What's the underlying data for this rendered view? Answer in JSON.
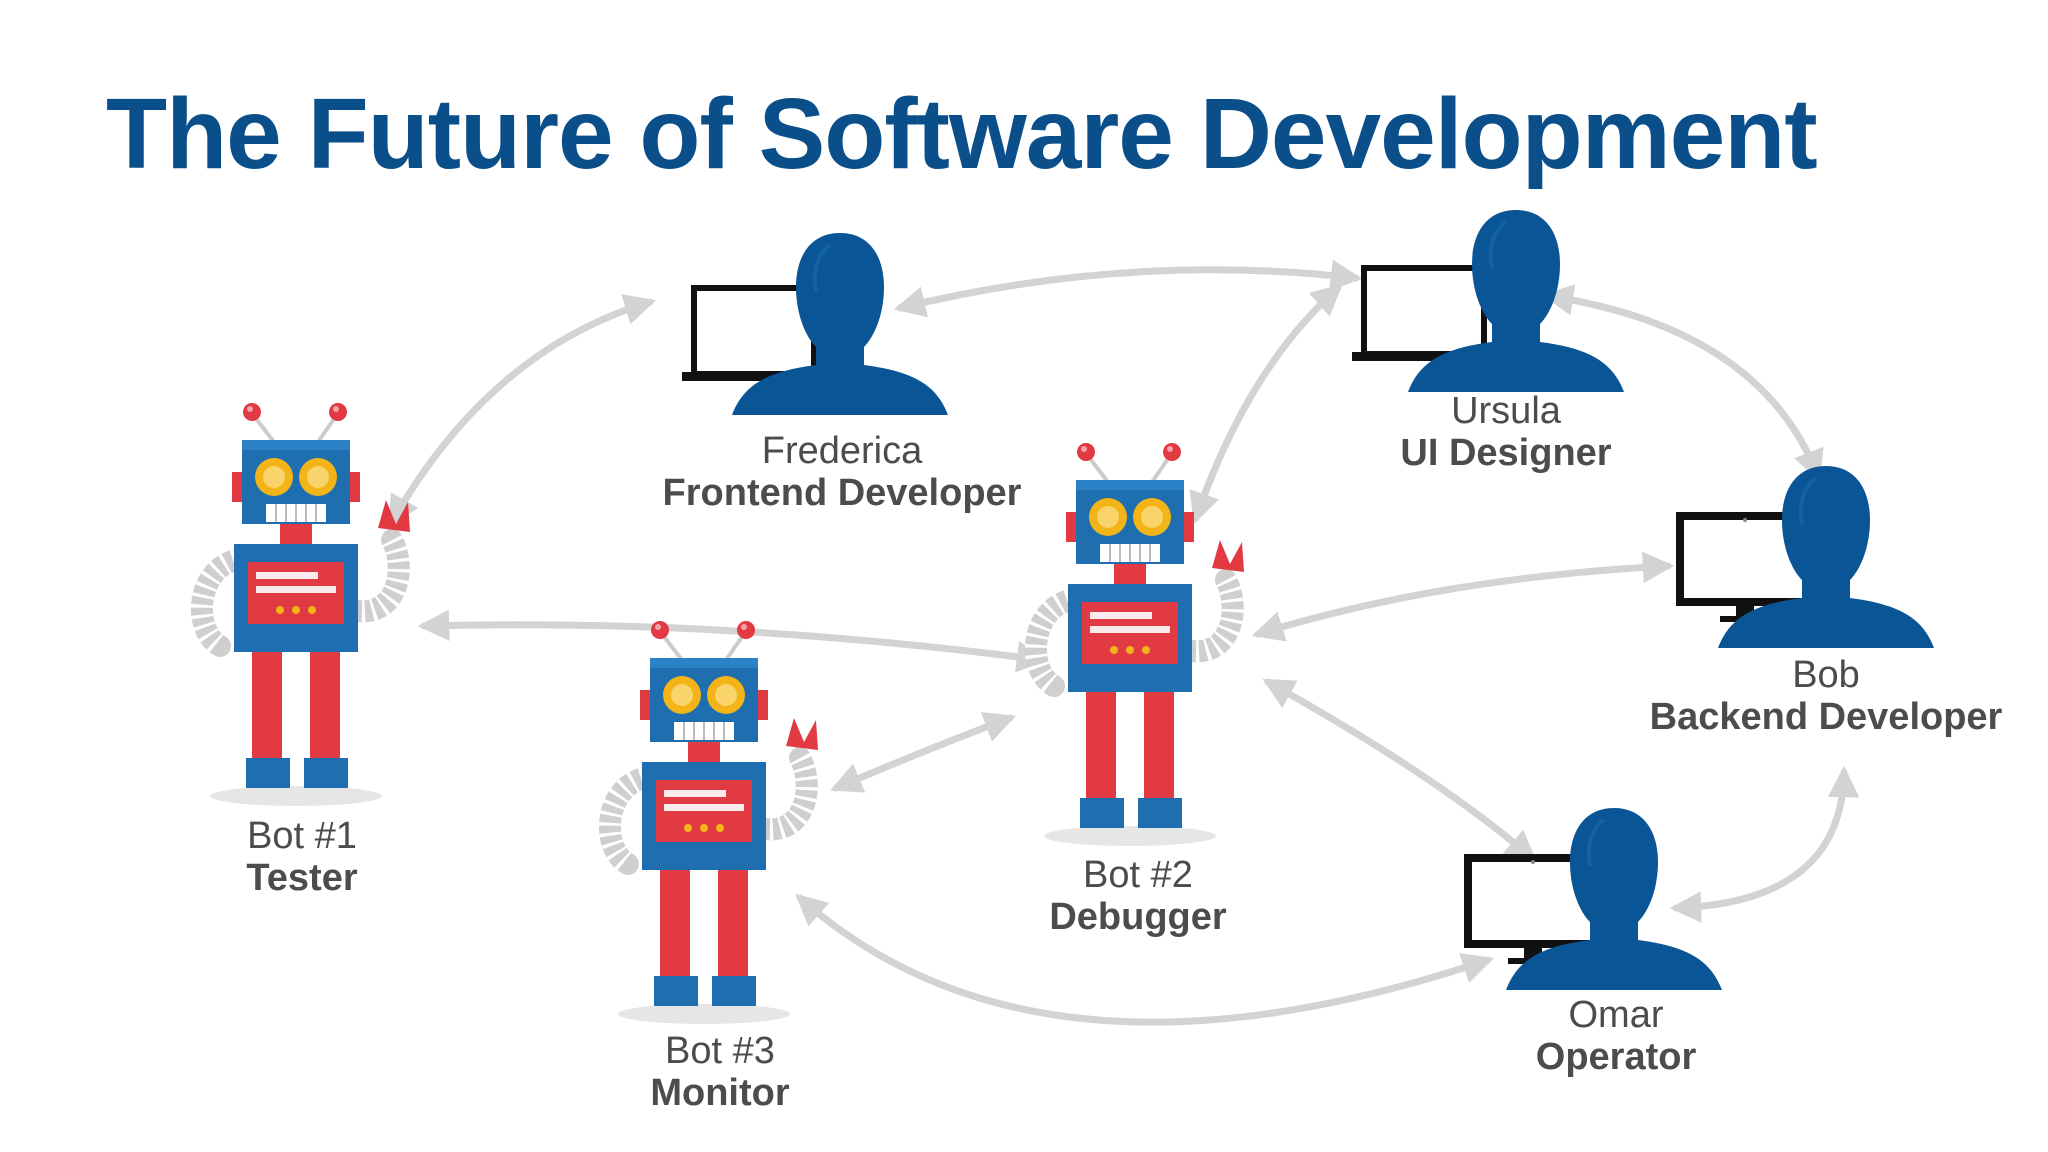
{
  "title": "The Future of Software Development",
  "colors": {
    "title": "#0b4f8a",
    "person": "#0a5595",
    "arrow": "#d3d3d3",
    "label": "#4c4c4c",
    "robot_blue": "#1f6fb0",
    "robot_red": "#e23a43",
    "robot_eye": "#f3b417"
  },
  "nodes": {
    "frederica": {
      "name": "Frederica",
      "role": "Frontend Developer",
      "kind": "person",
      "device": "laptop"
    },
    "ursula": {
      "name": "Ursula",
      "role": "UI Designer",
      "kind": "person",
      "device": "laptop"
    },
    "bob": {
      "name": "Bob",
      "role": "Backend Developer",
      "kind": "person",
      "device": "monitor"
    },
    "omar": {
      "name": "Omar",
      "role": "Operator",
      "kind": "person",
      "device": "monitor"
    },
    "bot1": {
      "name": "Bot #1",
      "role": "Tester",
      "kind": "robot"
    },
    "bot2": {
      "name": "Bot #2",
      "role": "Debugger",
      "kind": "robot"
    },
    "bot3": {
      "name": "Bot #3",
      "role": "Monitor",
      "kind": "robot"
    }
  },
  "links": [
    {
      "from": "bot1",
      "to": "frederica"
    },
    {
      "from": "frederica",
      "to": "ursula"
    },
    {
      "from": "ursula",
      "to": "bob"
    },
    {
      "from": "ursula",
      "to": "bot2"
    },
    {
      "from": "bot1",
      "to": "bot2"
    },
    {
      "from": "bot3",
      "to": "bot2"
    },
    {
      "from": "bot2",
      "to": "bob"
    },
    {
      "from": "bot2",
      "to": "omar"
    },
    {
      "from": "bob",
      "to": "omar"
    },
    {
      "from": "bot3",
      "to": "omar"
    }
  ]
}
